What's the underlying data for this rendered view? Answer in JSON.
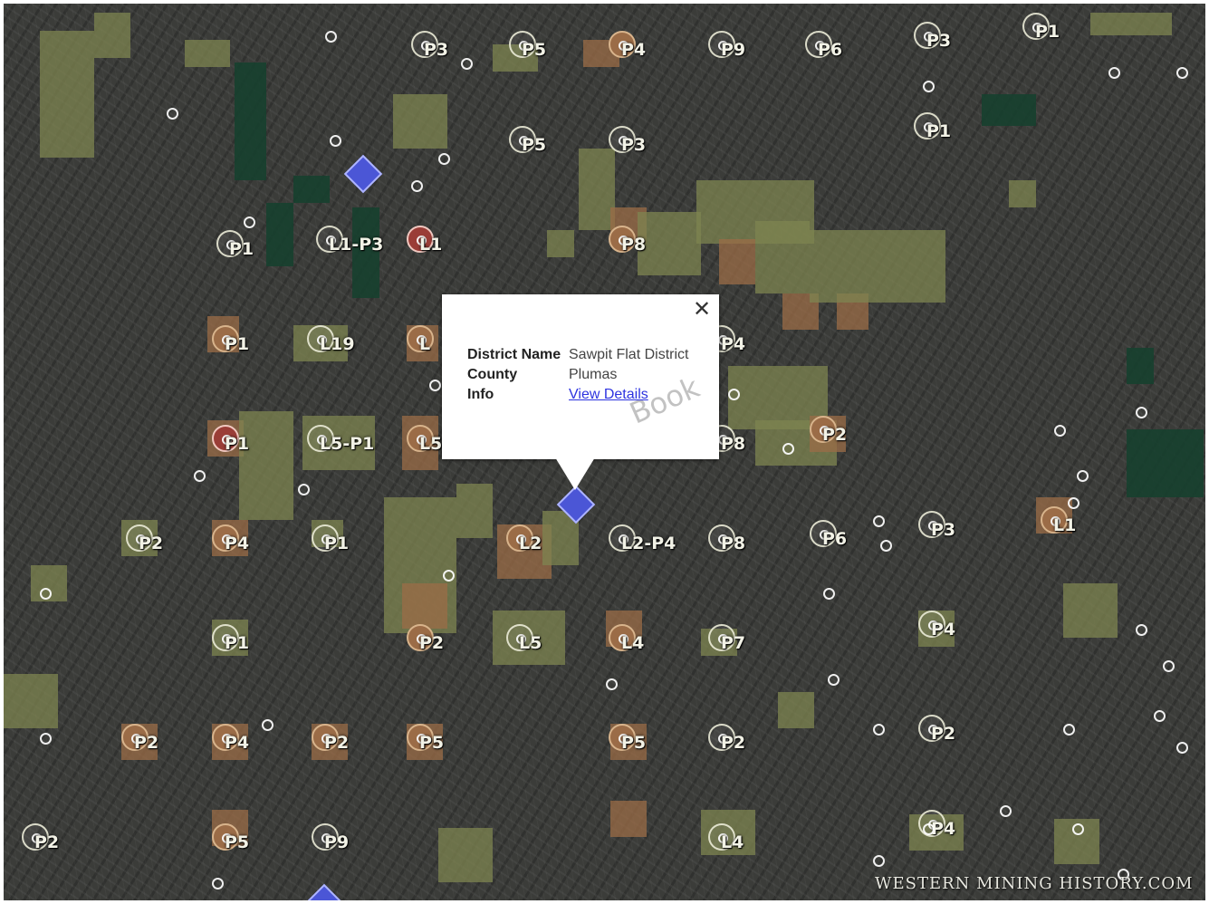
{
  "map": {
    "markers": [
      {
        "text": "P3",
        "tone": "plain"
      },
      {
        "text": "P5",
        "tone": "plain"
      },
      {
        "text": "P4",
        "tone": "tan"
      },
      {
        "text": "P9",
        "tone": "plain"
      },
      {
        "text": "P6",
        "tone": "plain"
      },
      {
        "text": "P3",
        "tone": "plain"
      },
      {
        "text": "P1",
        "tone": "plain"
      },
      {
        "text": "P5",
        "tone": "plain"
      },
      {
        "text": "P3",
        "tone": "plain"
      },
      {
        "text": "P1",
        "tone": "plain"
      },
      {
        "text": "P1",
        "tone": "plain"
      },
      {
        "text": "L1-P3",
        "tone": "plain"
      },
      {
        "text": "L1",
        "tone": "red"
      },
      {
        "text": "P8",
        "tone": "tan"
      },
      {
        "text": "P1",
        "tone": "tan"
      },
      {
        "text": "L19",
        "tone": "plain"
      },
      {
        "text": "L",
        "tone": "tan"
      },
      {
        "text": "P4",
        "tone": "plain"
      },
      {
        "text": "P1",
        "tone": "red"
      },
      {
        "text": "L5-P1",
        "tone": "plain"
      },
      {
        "text": "L5",
        "tone": "tan"
      },
      {
        "text": "P8",
        "tone": "plain"
      },
      {
        "text": "P2",
        "tone": "tan"
      },
      {
        "text": "P2",
        "tone": "plain"
      },
      {
        "text": "P4",
        "tone": "tan"
      },
      {
        "text": "P1",
        "tone": "plain"
      },
      {
        "text": "L2",
        "tone": "tan"
      },
      {
        "text": "L2-P4",
        "tone": "plain"
      },
      {
        "text": "P8",
        "tone": "plain"
      },
      {
        "text": "P6",
        "tone": "plain"
      },
      {
        "text": "P3",
        "tone": "plain"
      },
      {
        "text": "L1",
        "tone": "tan"
      },
      {
        "text": "P1",
        "tone": "plain"
      },
      {
        "text": "P2",
        "tone": "tan"
      },
      {
        "text": "L5",
        "tone": "plain"
      },
      {
        "text": "L4",
        "tone": "tan"
      },
      {
        "text": "P7",
        "tone": "plain"
      },
      {
        "text": "P4",
        "tone": "plain"
      },
      {
        "text": "P2",
        "tone": "tan"
      },
      {
        "text": "P4",
        "tone": "tan"
      },
      {
        "text": "P2",
        "tone": "tan"
      },
      {
        "text": "P5",
        "tone": "tan"
      },
      {
        "text": "P5",
        "tone": "tan"
      },
      {
        "text": "P2",
        "tone": "plain"
      },
      {
        "text": "P2",
        "tone": "plain"
      },
      {
        "text": "P2",
        "tone": "plain"
      },
      {
        "text": "P5",
        "tone": "tan"
      },
      {
        "text": "P9",
        "tone": "plain"
      },
      {
        "text": "L4",
        "tone": "plain"
      },
      {
        "text": "P4",
        "tone": "plain"
      }
    ]
  },
  "popup": {
    "close_symbol": "✕",
    "rows": [
      {
        "key": "District Name",
        "value": "Sawpit Flat District"
      },
      {
        "key": "County",
        "value": "Plumas"
      },
      {
        "key": "Info",
        "value": "View Details"
      }
    ],
    "watermark": "Book"
  },
  "credit": "WESTERN MINING HISTORY.COM",
  "colors": {
    "terrain_dark": "#3b3c39",
    "meadow": "#7d8450",
    "forest": "#17402f",
    "bare_ground": "#9b6c47",
    "active_marker": "#4b56d6",
    "link": "#2d33e0"
  }
}
